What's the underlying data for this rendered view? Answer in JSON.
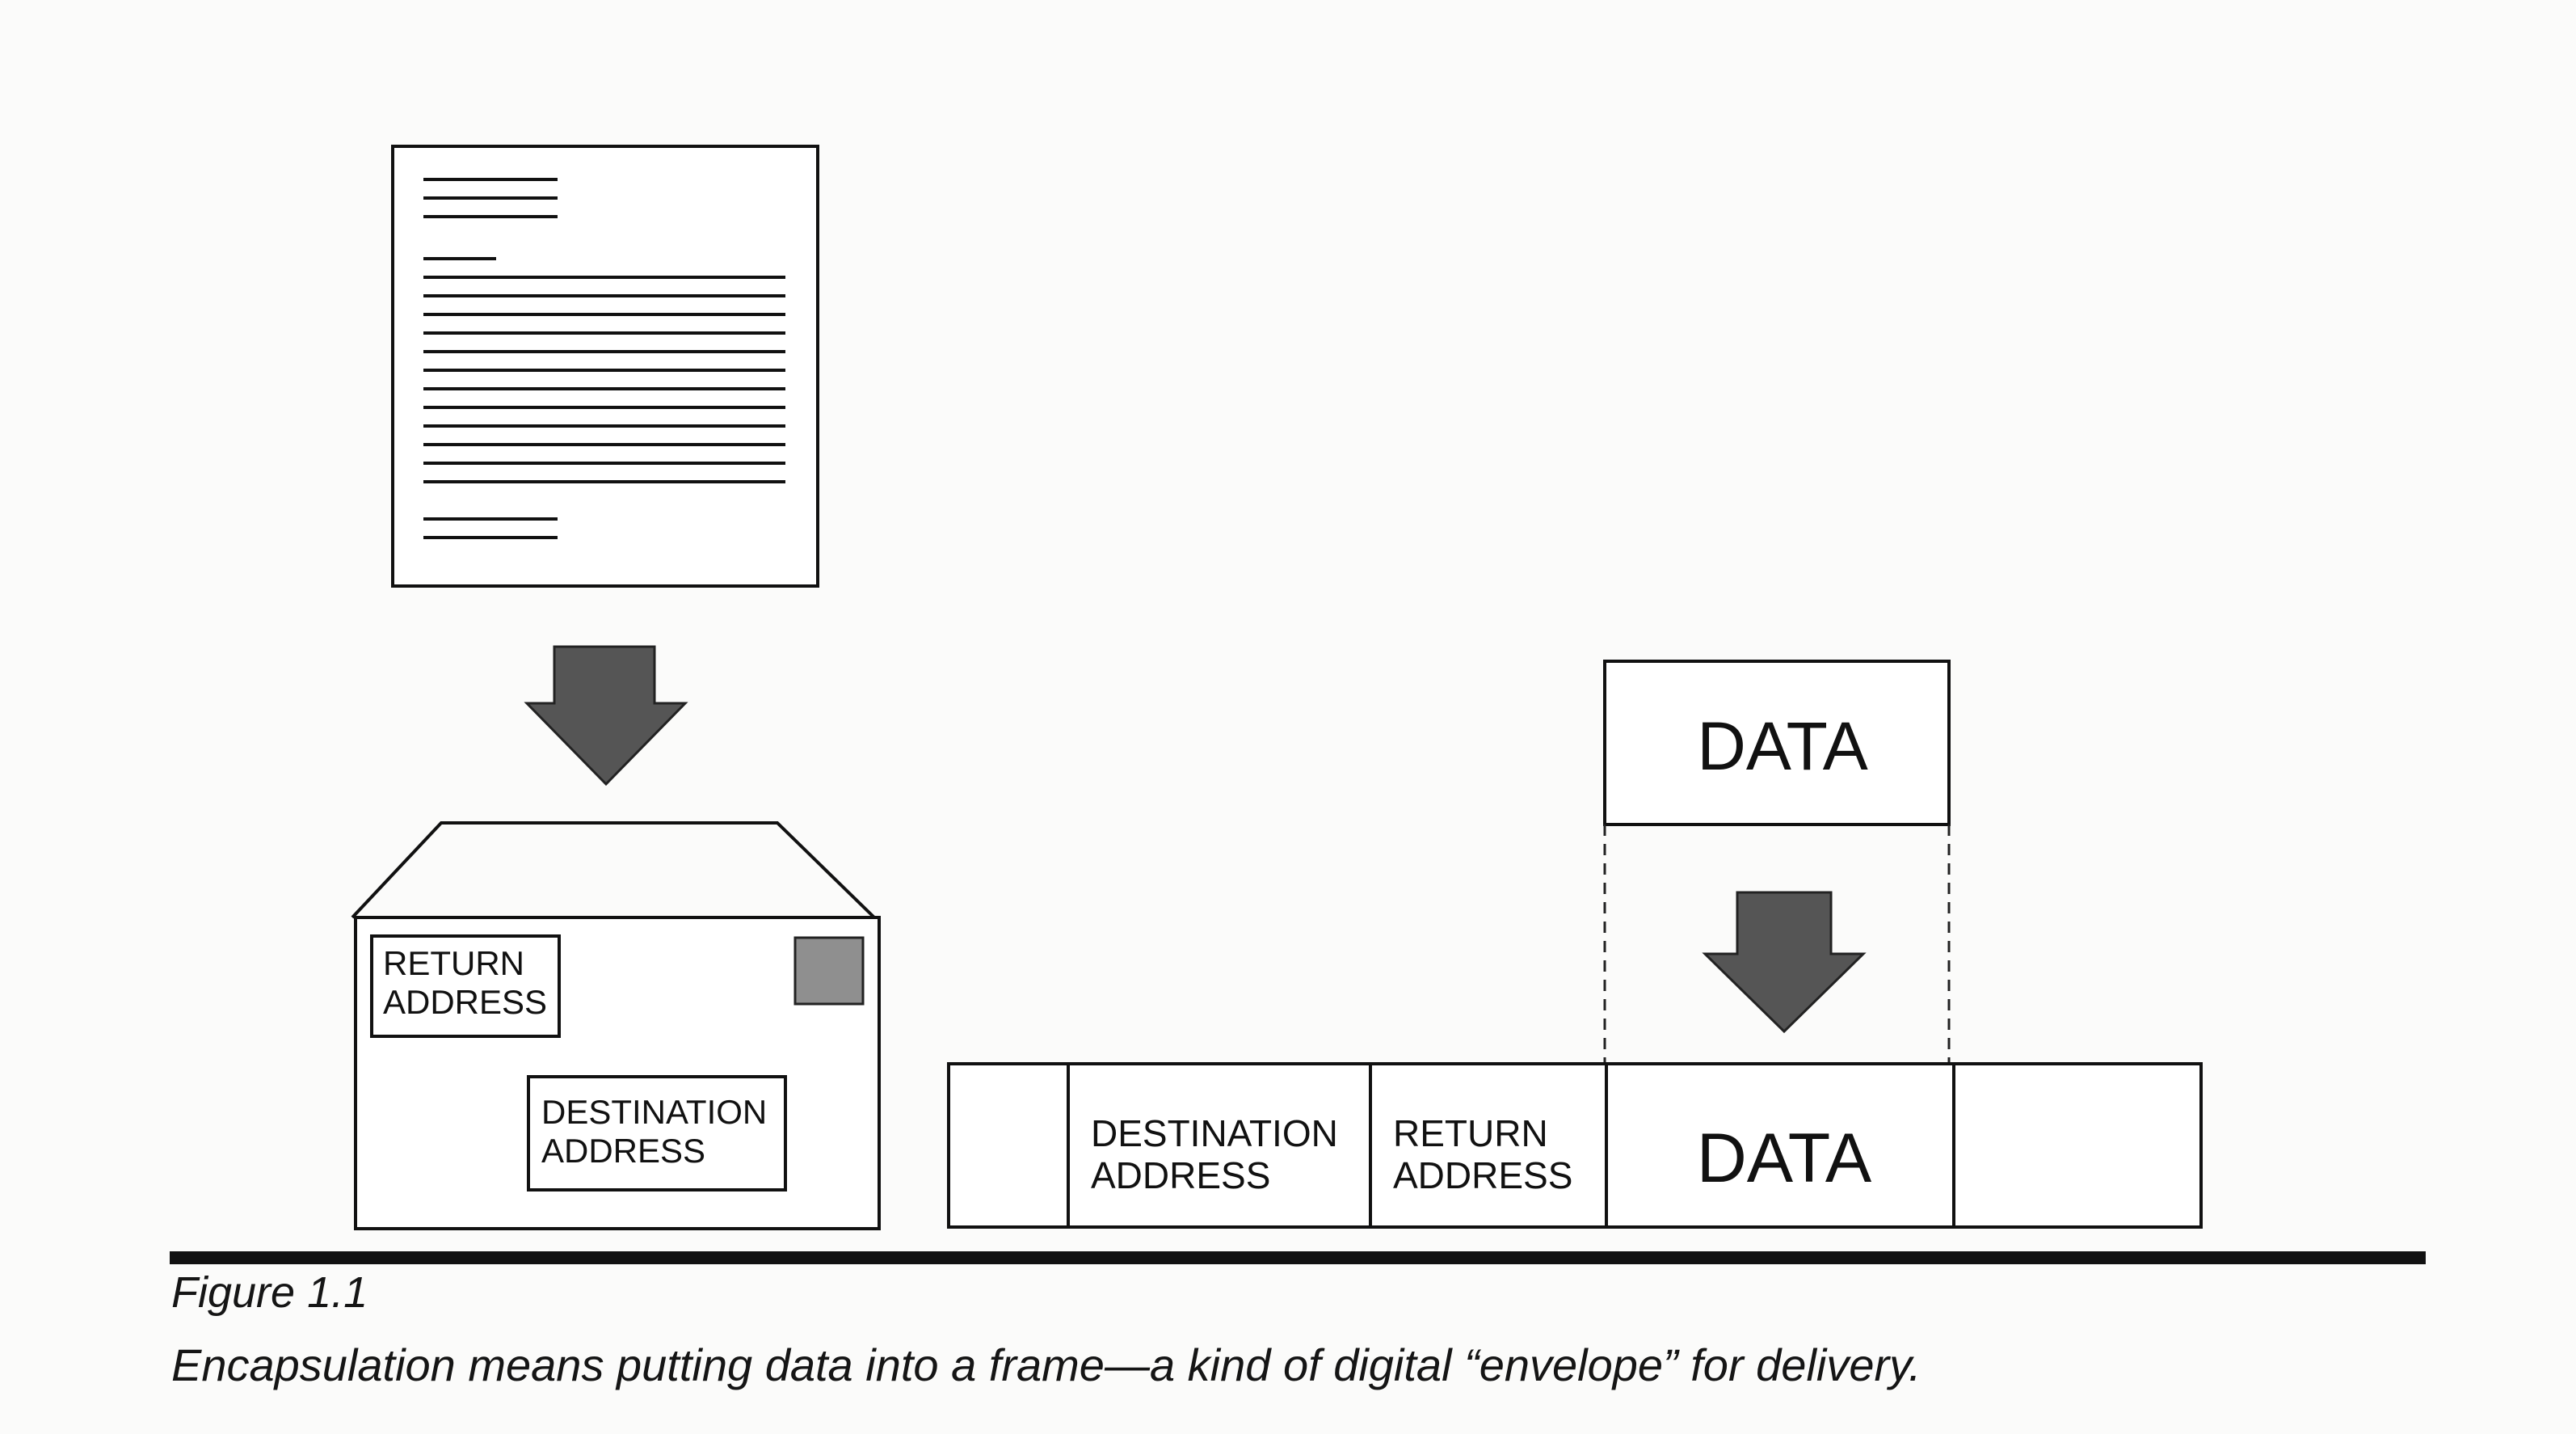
{
  "envelope": {
    "return_address": [
      "RETURN",
      "ADDRESS"
    ],
    "destination_address": [
      "DESTINATION",
      "ADDRESS"
    ]
  },
  "frame": {
    "data_block_label": "DATA",
    "cells": {
      "destination_address": [
        "DESTINATION",
        "ADDRESS"
      ],
      "return_address": [
        "RETURN",
        "ADDRESS"
      ],
      "data": "DATA"
    }
  },
  "caption": {
    "figure_number": "Figure 1.1",
    "text": "Encapsulation means putting data into a frame—a kind of digital “envelope” for delivery."
  },
  "colors": {
    "line": "#111111",
    "arrow": "#555555",
    "stamp": "#8f8f8f"
  }
}
